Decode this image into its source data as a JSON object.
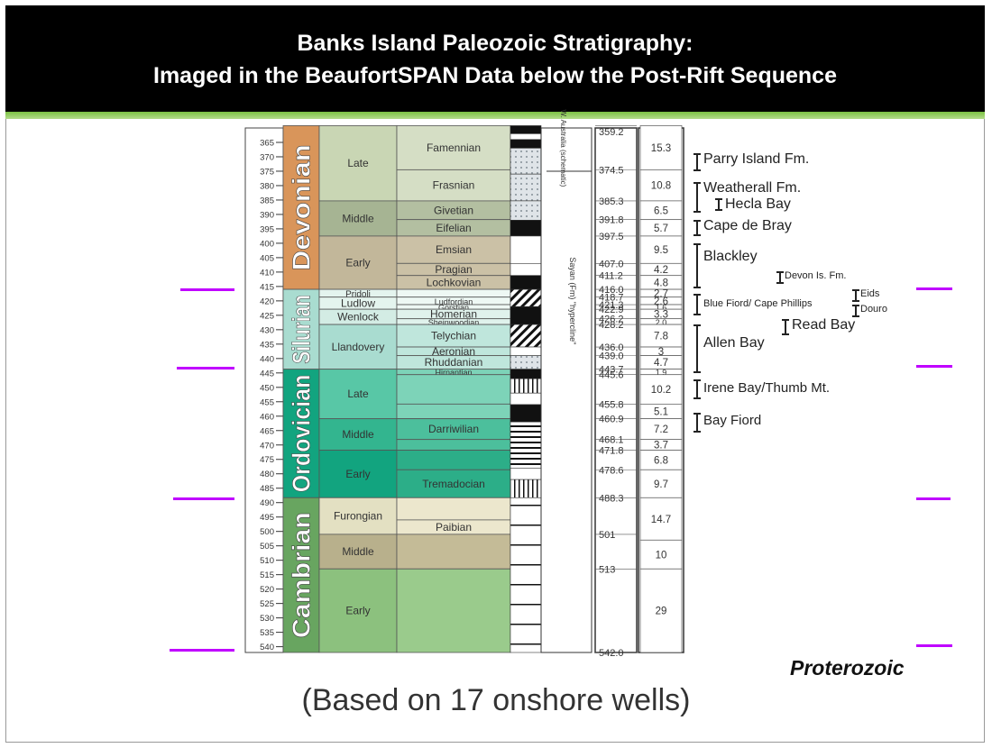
{
  "title": {
    "line1": "Banks Island Paleozoic Stratigraphy:",
    "line2": "Imaged in the BeaufortSPAN Data below the Post-Rift Sequence"
  },
  "colors": {
    "title_bar": "#000000",
    "accent_green": "#7cc242",
    "marker": "#c000ff",
    "devonian": "#d9955a",
    "silurian": "#a9dcd0",
    "ordovician": "#12a47f",
    "cambrian": "#68a560"
  },
  "chart_data": {
    "type": "table",
    "age_axis": {
      "min": 360,
      "max": 542,
      "ticks": [
        365,
        370,
        375,
        380,
        385,
        390,
        395,
        400,
        405,
        410,
        415,
        420,
        425,
        430,
        435,
        440,
        445,
        450,
        455,
        460,
        465,
        470,
        475,
        480,
        485,
        490,
        495,
        500,
        505,
        510,
        515,
        520,
        525,
        530,
        535,
        540
      ]
    },
    "periods": [
      {
        "name": "Devonian",
        "top": 359.2,
        "base": 416.0,
        "color": "#d9955a"
      },
      {
        "name": "Silurian",
        "top": 416.0,
        "base": 443.7,
        "color": "#a9dcd0"
      },
      {
        "name": "Ordovician",
        "top": 443.7,
        "base": 488.3,
        "color": "#12a47f"
      },
      {
        "name": "Cambrian",
        "top": 488.3,
        "base": 542.0,
        "color": "#68a560"
      }
    ],
    "epochs": [
      {
        "name": "Late",
        "top": 359.2,
        "base": 385.3,
        "color": "#c9d6b4"
      },
      {
        "name": "Middle",
        "top": 385.3,
        "base": 397.5,
        "color": "#a6b493"
      },
      {
        "name": "Early",
        "top": 397.5,
        "base": 416.0,
        "color": "#c2b79a"
      },
      {
        "name": "Pridoli",
        "top": 416.0,
        "base": 418.7,
        "color": "#e4f4ee"
      },
      {
        "name": "Ludlow",
        "top": 418.7,
        "base": 422.9,
        "color": "#e4f4ee"
      },
      {
        "name": "Wenlock",
        "top": 422.9,
        "base": 428.2,
        "color": "#d3ece4"
      },
      {
        "name": "Llandovery",
        "top": 428.2,
        "base": 443.7,
        "color": "#a9dcd0"
      },
      {
        "name": "Late",
        "top": 443.7,
        "base": 460.9,
        "color": "#58c7a6"
      },
      {
        "name": "Middle",
        "top": 460.9,
        "base": 471.8,
        "color": "#33b58f"
      },
      {
        "name": "Early",
        "top": 471.8,
        "base": 488.3,
        "color": "#12a47f"
      },
      {
        "name": "Furongian",
        "top": 488.3,
        "base": 501.0,
        "color": "#e3e0c2"
      },
      {
        "name": "Middle",
        "top": 501.0,
        "base": 513.0,
        "color": "#b8b08c"
      },
      {
        "name": "Early",
        "top": 513.0,
        "base": 542.0,
        "color": "#8cc17e"
      }
    ],
    "stages": [
      {
        "name": "Famennian",
        "top": 359.2,
        "base": 374.5,
        "color": "#d5dec5"
      },
      {
        "name": "Frasnian",
        "top": 374.5,
        "base": 385.3,
        "color": "#d5dec5"
      },
      {
        "name": "Givetian",
        "top": 385.3,
        "base": 391.8,
        "color": "#b3bfa1"
      },
      {
        "name": "Eifelian",
        "top": 391.8,
        "base": 397.5,
        "color": "#b3bfa1"
      },
      {
        "name": "Emsian",
        "top": 397.5,
        "base": 407.0,
        "color": "#cbc1a6"
      },
      {
        "name": "Pragian",
        "top": 407.0,
        "base": 411.2,
        "color": "#cbc1a6"
      },
      {
        "name": "Lochkovian",
        "top": 411.2,
        "base": 416.0,
        "color": "#cbc1a6"
      },
      {
        "name": "",
        "top": 416.0,
        "base": 418.7,
        "color": "#eef8f4"
      },
      {
        "name": "Ludfordian",
        "top": 418.7,
        "base": 421.3,
        "color": "#eef8f4"
      },
      {
        "name": "Gorstian",
        "top": 421.3,
        "base": 422.9,
        "color": "#eef8f4"
      },
      {
        "name": "Homerian",
        "top": 422.9,
        "base": 426.2,
        "color": "#e0f2ec"
      },
      {
        "name": "Sheinwoodian",
        "top": 426.2,
        "base": 428.2,
        "color": "#e0f2ec"
      },
      {
        "name": "Telychian",
        "top": 428.2,
        "base": 436.0,
        "color": "#bfe6dc"
      },
      {
        "name": "Aeronian",
        "top": 436.0,
        "base": 439.0,
        "color": "#bfe6dc"
      },
      {
        "name": "Rhuddanian",
        "top": 439.0,
        "base": 443.7,
        "color": "#bfe6dc"
      },
      {
        "name": "Hirnantian",
        "top": 443.7,
        "base": 445.6,
        "color": "#7dd3b8"
      },
      {
        "name": "",
        "top": 445.6,
        "base": 455.8,
        "color": "#7dd3b8"
      },
      {
        "name": "",
        "top": 455.8,
        "base": 460.9,
        "color": "#7dd3b8"
      },
      {
        "name": "",
        "top": 460.9,
        "base": 468.1,
        "color": "#4cbf9c"
      },
      {
        "name": "Darriwilian",
        "top": 460.9,
        "base": 468.1,
        "color": "#4cbf9c"
      },
      {
        "name": "",
        "top": 468.1,
        "base": 471.8,
        "color": "#4cbf9c"
      },
      {
        "name": "",
        "top": 471.8,
        "base": 478.6,
        "color": "#2cae88"
      },
      {
        "name": "Tremadocian",
        "top": 478.6,
        "base": 488.3,
        "color": "#2cae88"
      },
      {
        "name": "",
        "top": 488.3,
        "base": 496.0,
        "color": "#ece7cd"
      },
      {
        "name": "Paibian",
        "top": 496.0,
        "base": 501.0,
        "color": "#ece7cd"
      },
      {
        "name": "",
        "top": 501.0,
        "base": 513.0,
        "color": "#c4bb97"
      },
      {
        "name": "",
        "top": 513.0,
        "base": 542.0,
        "color": "#9acb8c"
      }
    ],
    "sea_level_label": "Sayan (Fm) \"hypercline\"",
    "australia_label": "W. Australia (schematic)",
    "boundary_ages": [
      {
        "label": "359.2",
        "age": 359.2
      },
      {
        "label": "374.5",
        "age": 374.5
      },
      {
        "label": "385.3",
        "age": 385.3
      },
      {
        "label": "391.8",
        "age": 391.8
      },
      {
        "label": "397.5",
        "age": 397.5
      },
      {
        "label": "407.0",
        "age": 407.0
      },
      {
        "label": "411.2",
        "age": 411.2
      },
      {
        "label": "416.0",
        "age": 416.0
      },
      {
        "label": "418.7",
        "age": 418.7
      },
      {
        "label": "421.3",
        "age": 421.3
      },
      {
        "label": "422.9",
        "age": 422.9
      },
      {
        "label": "426.2",
        "age": 426.2
      },
      {
        "label": "428.2",
        "age": 428.2
      },
      {
        "label": "436.0",
        "age": 436.0
      },
      {
        "label": "439.0",
        "age": 439.0
      },
      {
        "label": "443.7",
        "age": 443.7
      },
      {
        "label": "445.6",
        "age": 445.6
      },
      {
        "label": "455.8",
        "age": 455.8
      },
      {
        "label": "460.9",
        "age": 460.9
      },
      {
        "label": "468.1",
        "age": 468.1
      },
      {
        "label": "471.8",
        "age": 471.8
      },
      {
        "label": "478.6",
        "age": 478.6
      },
      {
        "label": "488.3",
        "age": 488.3
      },
      {
        "label": "501",
        "age": 501
      },
      {
        "label": "513",
        "age": 513
      },
      {
        "label": "542.0",
        "age": 542.0
      }
    ],
    "durations": [
      {
        "label": "15.3",
        "top": 359.2,
        "base": 374.5
      },
      {
        "label": "10.8",
        "top": 374.5,
        "base": 385.3
      },
      {
        "label": "6.5",
        "top": 385.3,
        "base": 391.8
      },
      {
        "label": "5.7",
        "top": 391.8,
        "base": 397.5
      },
      {
        "label": "9.5",
        "top": 397.5,
        "base": 407.0
      },
      {
        "label": "4.2",
        "top": 407.0,
        "base": 411.2
      },
      {
        "label": "4.8",
        "top": 411.2,
        "base": 416.0
      },
      {
        "label": "2.7",
        "top": 416.0,
        "base": 418.7
      },
      {
        "label": "2.6",
        "top": 418.7,
        "base": 421.3
      },
      {
        "label": "1.6",
        "top": 421.3,
        "base": 422.9
      },
      {
        "label": "3.3",
        "top": 422.9,
        "base": 426.2
      },
      {
        "label": "2.0",
        "top": 426.2,
        "base": 428.2
      },
      {
        "label": "7.8",
        "top": 428.2,
        "base": 436.0
      },
      {
        "label": "3",
        "top": 436.0,
        "base": 439.0
      },
      {
        "label": "4.7",
        "top": 439.0,
        "base": 443.7
      },
      {
        "label": "1.9",
        "top": 443.7,
        "base": 445.6
      },
      {
        "label": "10.2",
        "top": 445.6,
        "base": 455.8
      },
      {
        "label": "5.1",
        "top": 455.8,
        "base": 460.9
      },
      {
        "label": "7.2",
        "top": 460.9,
        "base": 468.1
      },
      {
        "label": "3.7",
        "top": 468.1,
        "base": 471.8
      },
      {
        "label": "6.8",
        "top": 471.8,
        "base": 478.6
      },
      {
        "label": "9.7",
        "top": 478.6,
        "base": 488.3
      },
      {
        "label": "14.7",
        "top": 488.3,
        "base": 503.0
      },
      {
        "label": "10",
        "top": 503.0,
        "base": 513.0
      },
      {
        "label": "29",
        "top": 513.0,
        "base": 542.0
      }
    ],
    "lithology": [
      {
        "top": 359.2,
        "base": 362.0,
        "pattern": "black"
      },
      {
        "top": 362.0,
        "base": 364.0,
        "pattern": "white"
      },
      {
        "top": 364.0,
        "base": 367.0,
        "pattern": "black"
      },
      {
        "top": 367.0,
        "base": 376.0,
        "pattern": "grey"
      },
      {
        "top": 376.0,
        "base": 385.3,
        "pattern": "grey"
      },
      {
        "top": 385.3,
        "base": 392.0,
        "pattern": "grey"
      },
      {
        "top": 392.0,
        "base": 397.5,
        "pattern": "black"
      },
      {
        "top": 397.5,
        "base": 407.0,
        "pattern": "white"
      },
      {
        "top": 407.0,
        "base": 411.2,
        "pattern": "white"
      },
      {
        "top": 411.2,
        "base": 416.0,
        "pattern": "black"
      },
      {
        "top": 416.0,
        "base": 422.0,
        "pattern": "hatch"
      },
      {
        "top": 422.0,
        "base": 428.2,
        "pattern": "black"
      },
      {
        "top": 428.2,
        "base": 436.0,
        "pattern": "hatch"
      },
      {
        "top": 436.0,
        "base": 439.0,
        "pattern": "white"
      },
      {
        "top": 439.0,
        "base": 443.7,
        "pattern": "grey"
      },
      {
        "top": 443.7,
        "base": 447.0,
        "pattern": "black"
      },
      {
        "top": 447.0,
        "base": 452.0,
        "pattern": "vert"
      },
      {
        "top": 452.0,
        "base": 456.0,
        "pattern": "white"
      },
      {
        "top": 456.0,
        "base": 462.0,
        "pattern": "black"
      },
      {
        "top": 462.0,
        "base": 478.0,
        "pattern": "lines"
      },
      {
        "top": 478.0,
        "base": 482.0,
        "pattern": "white"
      },
      {
        "top": 482.0,
        "base": 488.3,
        "pattern": "vert"
      },
      {
        "top": 488.3,
        "base": 542.0,
        "pattern": "lines2"
      }
    ]
  },
  "formations": [
    {
      "label": "Parry Island Fm.",
      "size": 16
    },
    {
      "label": "Weatherall Fm.",
      "size": 16
    },
    {
      "label": "Hecla Bay",
      "size": 16
    },
    {
      "label": "Cape de Bray",
      "size": 16
    },
    {
      "label": "Blackley",
      "size": 16
    },
    {
      "label": "Devon Is. Fm.",
      "size": 11
    },
    {
      "label": "Blue Fiord/ Cape Phillips",
      "size": 11
    },
    {
      "label": "Eids",
      "size": 11
    },
    {
      "label": "Douro",
      "size": 11
    },
    {
      "label": "Read Bay",
      "size": 16
    },
    {
      "label": "Allen Bay",
      "size": 16
    },
    {
      "label": "Irene Bay/Thumb Mt.",
      "size": 15
    },
    {
      "label": "Bay Fiord",
      "size": 15
    }
  ],
  "proterozoic": "Proterozoic",
  "footnote": "(Based on 17 onshore wells)"
}
